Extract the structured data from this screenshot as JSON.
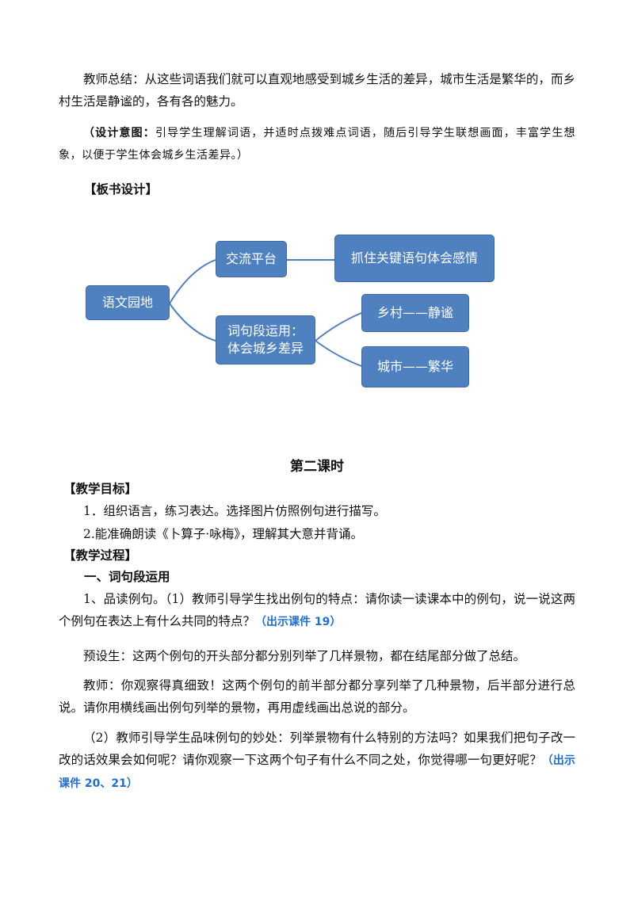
{
  "summary": {
    "text": "教师总结：从这些词语我们就可以直观地感受到城乡生活的差异，城市生活是繁华的，而乡村生活是静谧的，各有各的魅力。"
  },
  "design_note": {
    "label": "（设计意图：",
    "text": "引导学生理解词语，并适时点拨难点词语，随后引导学生联想画面，丰富学生想象，以便于学生体会城乡生活差异。）"
  },
  "board": {
    "heading": "【板书设计】",
    "root": "语文园地",
    "branch1": "交流平台",
    "branch1_child": "抓住关键语句体会感情",
    "branch2": "词句段运用：体会城乡差异",
    "branch2_child1": "乡村——静谧",
    "branch2_child2": "城市——繁华"
  },
  "lesson2": {
    "title": "第二课时",
    "goals_heading": "【教学目标】",
    "goal1": "1．组织语言，练习表达。选择图片仿照例句进行描写。",
    "goal2": "2.能准确朗读《卜算子·咏梅》，理解其大意并背诵。",
    "process_heading": "【教学过程】",
    "section1": "一、词句段运用",
    "step1_text": "1、品读例句。（1）教师引导学生找出例句的特点：请你读一读课本中的例句，说一说这两个例句在表达上有什么共同的特点？",
    "step1_ref": "（出示课件 19）",
    "preset": "预设生：这两个例句的开头部分都分别列举了几样景物，都在结尾部分做了总结。",
    "teacher": "教师：你观察得真细致！这两个例句的前半部分都分享列举了几种景物，后半部分进行总说。请你用横线画出例句列举的景物，再用虚线画出总说的部分。",
    "step2_text": "（2）教师引导学生品味例句的妙处：列举景物有什么特别的方法吗？如果我们把句子改一改的话效果会如何呢？请你观察一下这两个句子有什么不同之处，你觉得哪一句更好呢？",
    "step2_ref": "（出示课件 20、21）"
  }
}
